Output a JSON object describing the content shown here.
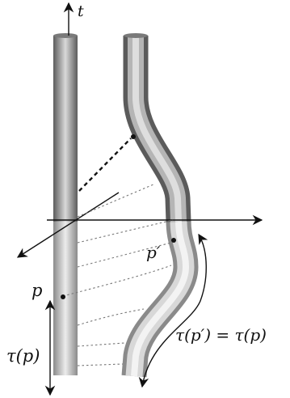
{
  "labels": {
    "t_axis": "t",
    "point_p": "p",
    "point_p_prime": "p′",
    "tau_p": "τ(p)",
    "tau_equation": "τ(p′) = τ(p)"
  },
  "colors": {
    "tube_dark": "#5b5b5b",
    "tube_light": "#d4d4d4",
    "tube_lower_dark": "#8a8a8a",
    "tube_lower_light": "#e6e6e6",
    "ink": "#111111",
    "dotted": "#777777"
  }
}
